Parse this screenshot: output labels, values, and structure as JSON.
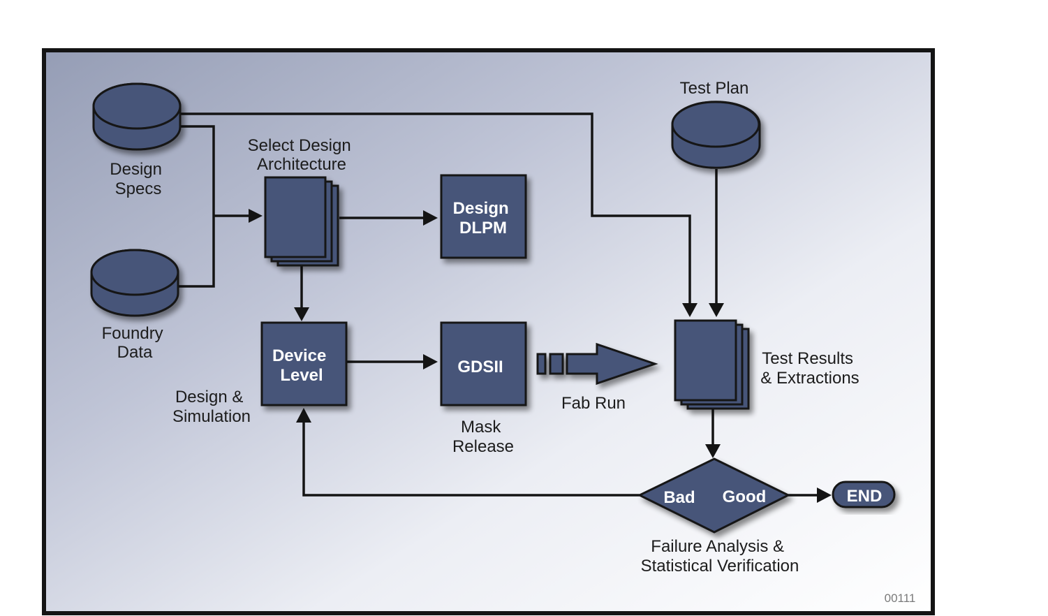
{
  "labels": {
    "design_specs": [
      "Design",
      "Specs"
    ],
    "foundry_data": [
      "Foundry",
      "Data"
    ],
    "select_design": [
      "Select Design",
      "Architecture"
    ],
    "design_dlpm": [
      "Design",
      "DLPM"
    ],
    "device_level": [
      "Device",
      "Level"
    ],
    "design_simulation": [
      "Design &",
      "Simulation"
    ],
    "gdsii": "GDSII",
    "mask_release": [
      "Mask",
      "Release"
    ],
    "fab_run": "Fab Run",
    "test_plan": "Test Plan",
    "test_results": [
      "Test Results",
      "& Extractions"
    ],
    "bad": "Bad",
    "good": "Good",
    "failure_analysis": [
      "Failure Analysis &",
      "Statistical Verification"
    ],
    "end": "END",
    "figure_ref": "00111"
  },
  "colors": {
    "node_fill": "#475479",
    "outline": "#141414",
    "frame_gradient_start": "#959db5",
    "frame_gradient_end": "#ffffff"
  }
}
